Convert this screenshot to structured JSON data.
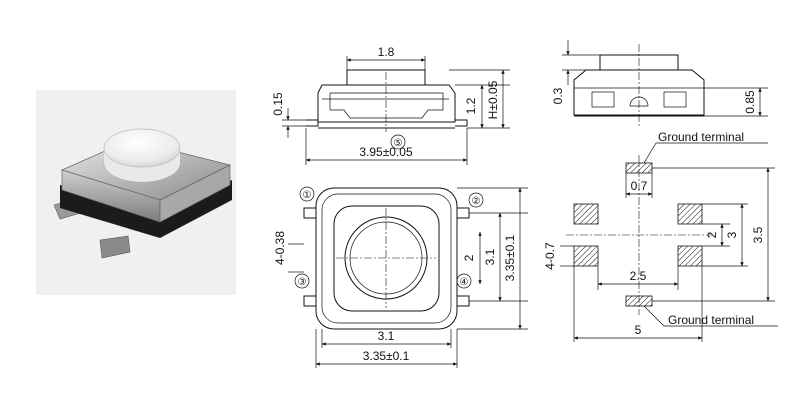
{
  "labels": {
    "top_width": "1.8",
    "stroke": "0.15",
    "height_side": "1.2",
    "height_total": "H±0.05",
    "width_body": "3.95±0.05",
    "pin1": "①",
    "pin2": "②",
    "pin3": "③",
    "pin4": "④",
    "pin5": "⑤",
    "lead_w": "4-0.38",
    "v_2": "2",
    "v_3_1": "3.1",
    "v_3_35": "3.35±0.1",
    "h_3_1": "3.1",
    "h_3_35": "3.35±0.1",
    "side_0_3": "0.3",
    "side_0_85": "0.85",
    "ground_top": "Ground terminal",
    "ground_bottom": "Ground terminal",
    "pad_0_7": "0.7",
    "pad_4_07": "4-0.7",
    "pad_2": "2",
    "pad_3": "3",
    "pad_3_5": "3.5",
    "pad_2_5": "2.5",
    "pad_5": "5"
  }
}
